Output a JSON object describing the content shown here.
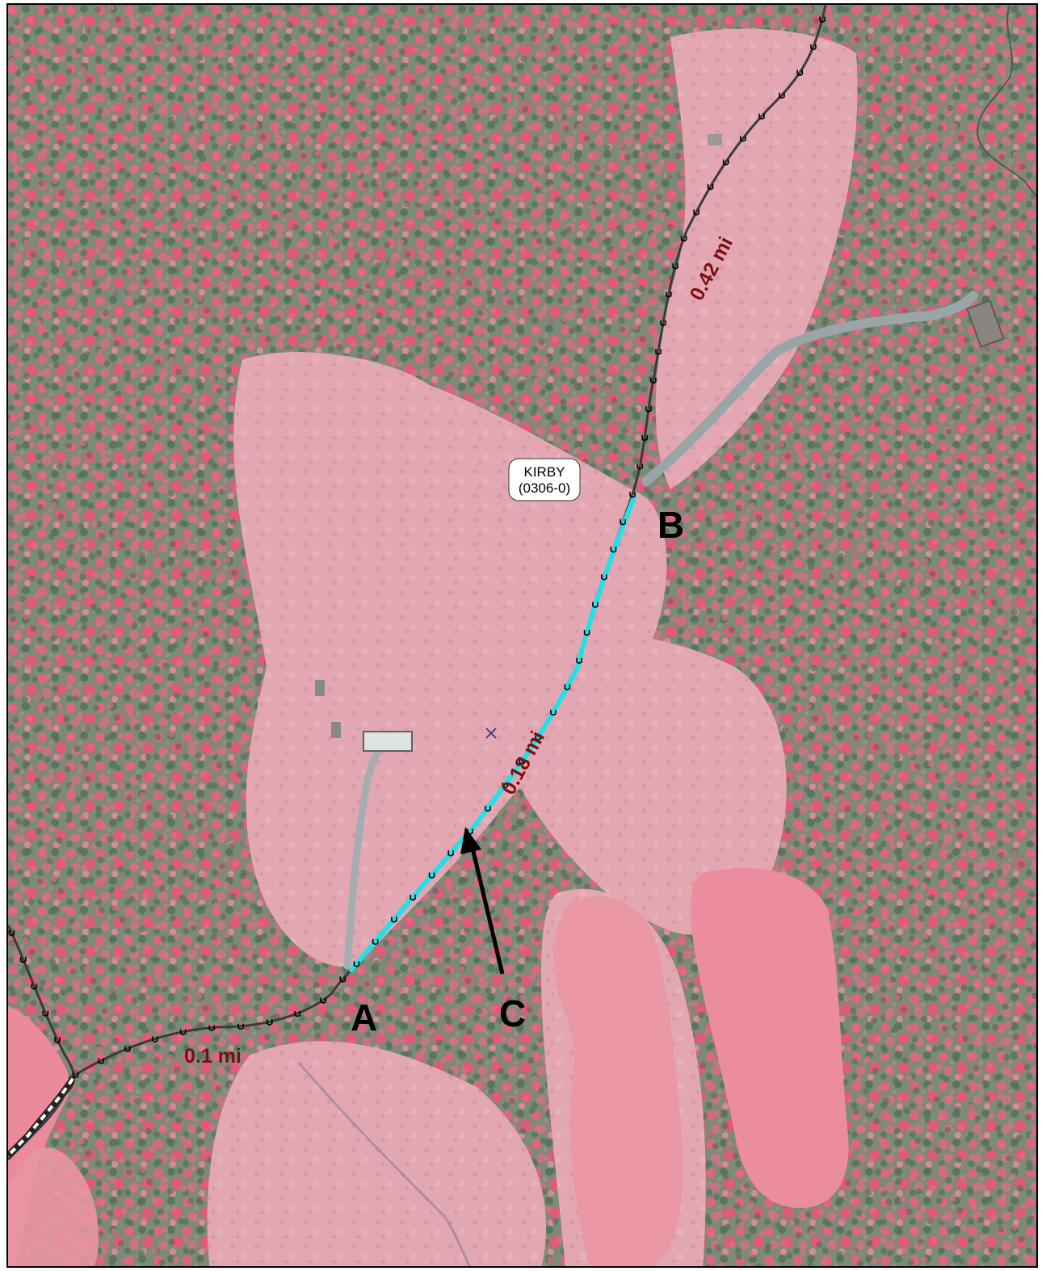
{
  "map": {
    "place": {
      "name": "KIRBY",
      "code": "(0306-0)"
    },
    "points": {
      "a": "A",
      "b": "B",
      "c": "C"
    },
    "distances": {
      "main_segment": "0.18 mi",
      "north_segment": "0.42 mi",
      "southwest_segment": "0.1 mi"
    },
    "colors": {
      "highlight_route": "#22e0e8",
      "distance_label": "#7a1010",
      "trail_line": "#3a3a3a",
      "trail_marker": "#ffffff",
      "vegetation_dark": "#5f7866",
      "vegetation_red": "#e05a7a",
      "clearing": "#e8a8b4",
      "pond": "#e98d9c",
      "access_road": "#9aa5a8"
    },
    "icons": [
      "u-trail-marker",
      "x-marker",
      "arrow-pointer"
    ]
  }
}
